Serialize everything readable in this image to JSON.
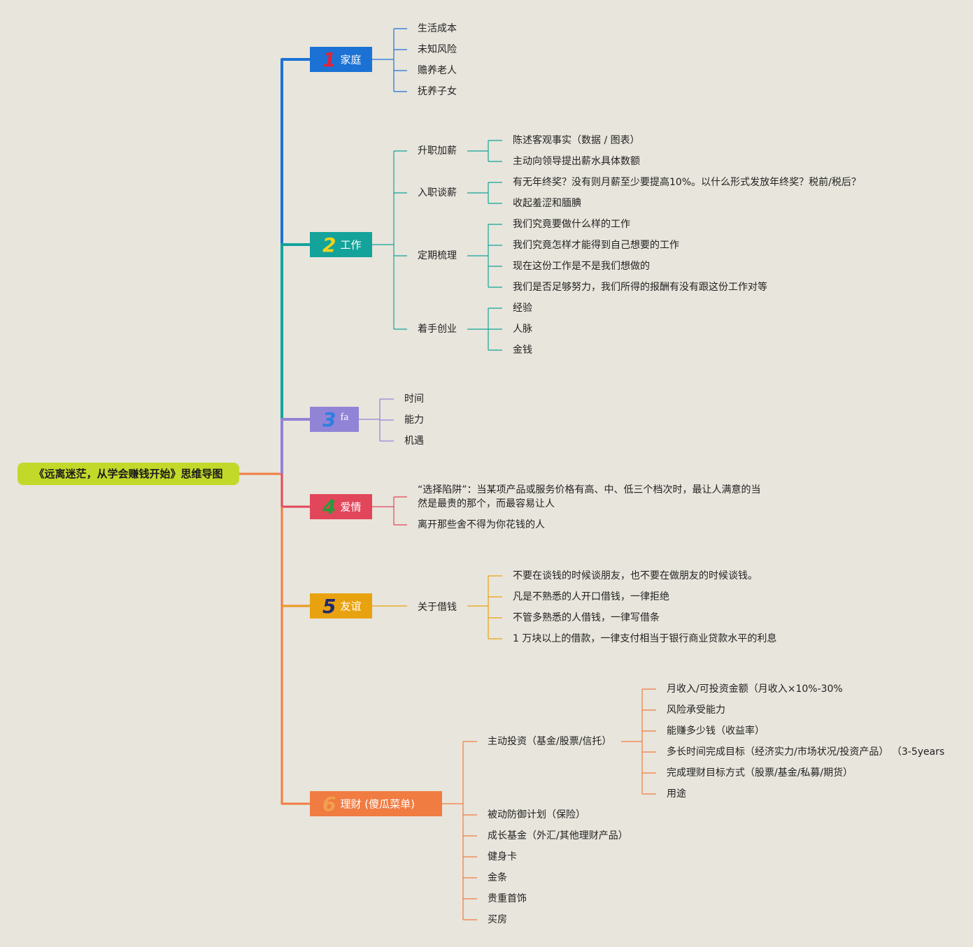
{
  "root": {
    "label": "《远离迷茫，从学会赚钱开始》思维导图"
  },
  "colors": {
    "bg": "#e8e5dc",
    "root": "#c3d92a",
    "family": "#1c72d4",
    "work": "#13a39a",
    "fa": "#9184d6",
    "love": "#e2465a",
    "friend": "#e9a20f",
    "money": "#f07c42"
  },
  "branches": {
    "family": {
      "num": "1",
      "label": "家庭",
      "items": [
        "生活成本",
        "未知风险",
        "赡养老人",
        "抚养子女"
      ]
    },
    "work": {
      "num": "2",
      "label": "工作",
      "groups": [
        {
          "label": "升职加薪",
          "items": [
            "陈述客观事实（数据 / 图表）",
            "主动向领导提出薪水具体数额"
          ]
        },
        {
          "label": "入职谈薪",
          "items": [
            "有无年终奖？没有则月薪至少要提高10%。以什么形式发放年终奖？税前/税后？",
            "收起羞涩和腼腆"
          ]
        },
        {
          "label": "定期梳理",
          "items": [
            "我们究竟要做什么样的工作",
            "我们究竟怎样才能得到自己想要的工作",
            "现在这份工作是不是我们想做的",
            "我们是否足够努力，我们所得的报酬有没有跟这份工作对等"
          ]
        },
        {
          "label": "着手创业",
          "items": [
            "经验",
            "人脉",
            "金钱"
          ]
        }
      ]
    },
    "fa": {
      "num": "3",
      "label": "fa",
      "items": [
        "时间",
        "能力",
        "机遇"
      ]
    },
    "love": {
      "num": "4",
      "label": "爱情",
      "items": [
        "“选择陷阱”：当某项产品或服务价格有高、中、低三个档次时，最让人满意的当然是最贵的那个，而最容易让人",
        "离开那些舍不得为你花钱的人"
      ]
    },
    "friend": {
      "num": "5",
      "label": "友谊",
      "group": {
        "label": "关于借钱",
        "items": [
          "不要在谈钱的时候谈朋友，也不要在做朋友的时候谈钱。",
          "凡是不熟悉的人开口借钱，一律拒绝",
          "不管多熟悉的人借钱，一律写借条",
          "1 万块以上的借款，一律支付相当于银行商业贷款水平的利息"
        ]
      }
    },
    "money": {
      "num": "6",
      "label": "理财  (傻瓜菜单)",
      "active": {
        "label": "主动投资（基金/股票/信托）",
        "items": [
          "月收入/可投资金额（月收入×10%-30%",
          "风险承受能力",
          "能赚多少钱（收益率）",
          "多长时间完成目标（经济实力/市场状况/投资产品） （3-5years",
          "完成理财目标方式（股票/基金/私募/期货）",
          "用途"
        ]
      },
      "items": [
        "被动防御计划（保险）",
        "成长基金（外汇/其他理财产品）",
        "健身卡",
        "金条",
        "贵重首饰",
        "买房"
      ]
    }
  }
}
